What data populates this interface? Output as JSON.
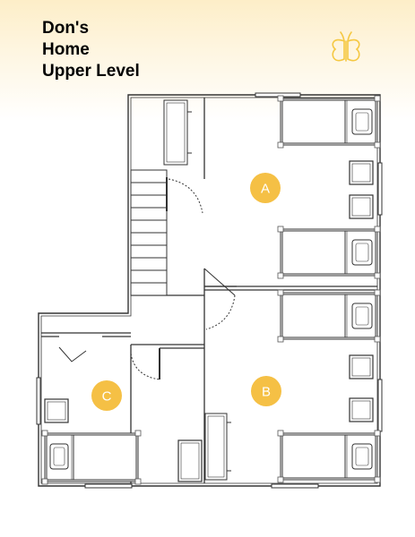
{
  "title": {
    "line1": "Don's",
    "line2": "Home",
    "line3": "Upper Level"
  },
  "logo": {
    "icon": "butterfly-icon",
    "color": "#f5c842"
  },
  "rooms": [
    {
      "label": "A"
    },
    {
      "label": "B"
    },
    {
      "label": "C"
    }
  ],
  "colors": {
    "badge": "#f5c045",
    "wall": "#333333",
    "header_gradient_top": "#fdeec8"
  }
}
